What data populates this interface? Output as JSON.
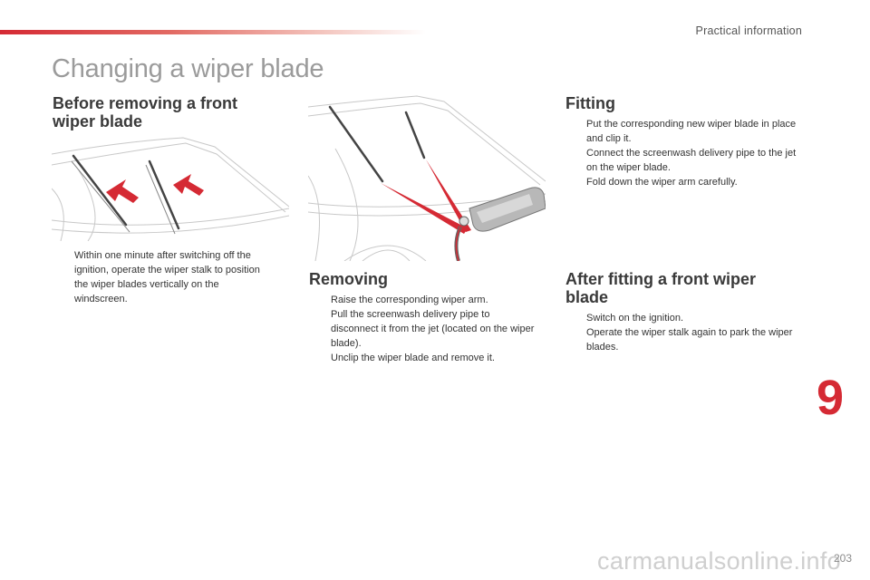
{
  "header": {
    "section_label": "Practical information",
    "accent_color": "#d52a34"
  },
  "page_title": "Changing a wiper blade",
  "before_removing": {
    "heading_line1": "Before removing a front",
    "heading_line2": "wiper blade",
    "bullets": [
      "Within one minute after switching off the ignition, operate the wiper stalk to position the wiper blades vertically on the windscreen."
    ]
  },
  "removing": {
    "heading": "Removing",
    "bullets": [
      "Raise the corresponding wiper arm.",
      "Pull the screenwash delivery pipe to disconnect it from the jet (located on the wiper blade).",
      "Unclip the wiper blade and remove it."
    ]
  },
  "fitting": {
    "heading": "Fitting",
    "bullets": [
      "Put the corresponding new wiper blade in place and clip it.",
      "Connect the screenwash delivery pipe to the jet on the wiper blade.",
      "Fold down the wiper arm carefully."
    ]
  },
  "after_fitting": {
    "heading_line1": "After fitting a front wiper",
    "heading_line2": "blade",
    "bullets": [
      "Switch on the ignition.",
      "Operate the wiper stalk again to park the wiper blades."
    ]
  },
  "bullet_mark": "",
  "chapter_number": "9",
  "page_number": "203",
  "watermark": "carmanualsonline.info"
}
